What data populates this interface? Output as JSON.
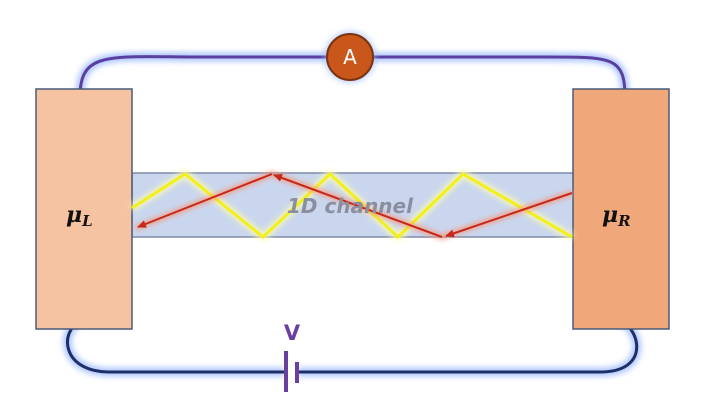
{
  "left_contact": {
    "symbol": "μ",
    "subscript": "L"
  },
  "right_contact": {
    "symbol": "μ",
    "subscript": "R"
  },
  "channel": {
    "label": "1D channel"
  },
  "ammeter": {
    "label": "A"
  },
  "battery": {
    "label": "V"
  },
  "colors": {
    "left_contact_fill": "#f5c3a2",
    "right_contact_fill": "#f0a87a",
    "contact_border": "#4a5a78",
    "channel_fill": "#c9d6ee",
    "channel_border": "#7e8aa6",
    "top_wire": "#5a3fa0",
    "bottom_wire": "#1d2f66",
    "wire_glow": "#9ab8ff",
    "ammeter_fill": "#c9561a",
    "ammeter_border": "#7a3510",
    "yellow_path": "#f2f01a",
    "red_path": "#c8281a",
    "battery_color": "#6b3fa0"
  }
}
